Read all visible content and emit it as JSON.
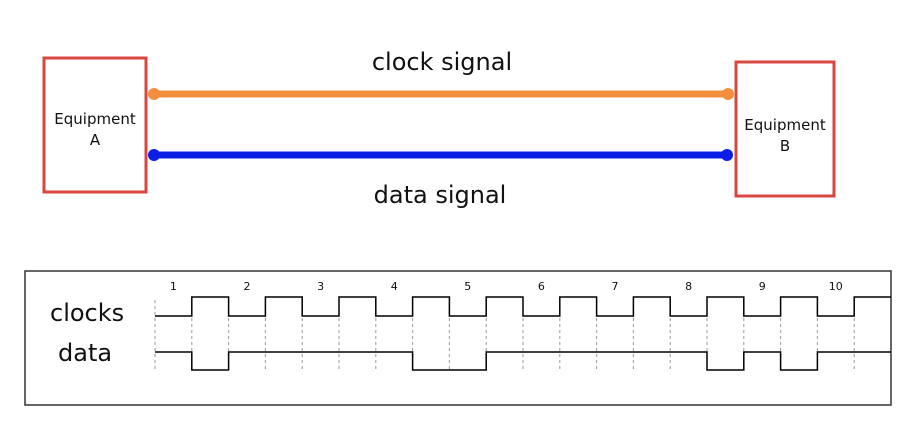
{
  "equipment_a": {
    "line1": "Equipment",
    "line2": "A"
  },
  "equipment_b": {
    "line1": "Equipment",
    "line2": "B"
  },
  "clock_signal": {
    "label": "clock signal",
    "color": "#f28e3c"
  },
  "data_signal": {
    "label": "data signal",
    "color": "#0b1ee6"
  },
  "box_border_color": "#d9463f",
  "timing": {
    "clock_label": "clocks",
    "data_label": "data",
    "ticks": [
      "1",
      "2",
      "3",
      "4",
      "5",
      "6",
      "7",
      "8",
      "9",
      "10"
    ],
    "clock_levels": [
      0,
      1,
      0,
      1,
      0,
      1,
      0,
      1,
      0,
      1,
      0,
      1,
      0,
      1,
      0,
      1,
      0,
      1,
      0,
      1
    ],
    "data_levels": [
      1,
      0,
      1,
      1,
      1,
      1,
      1,
      0,
      0,
      1,
      1,
      1,
      1,
      1,
      1,
      0,
      1,
      0,
      1,
      1
    ]
  }
}
